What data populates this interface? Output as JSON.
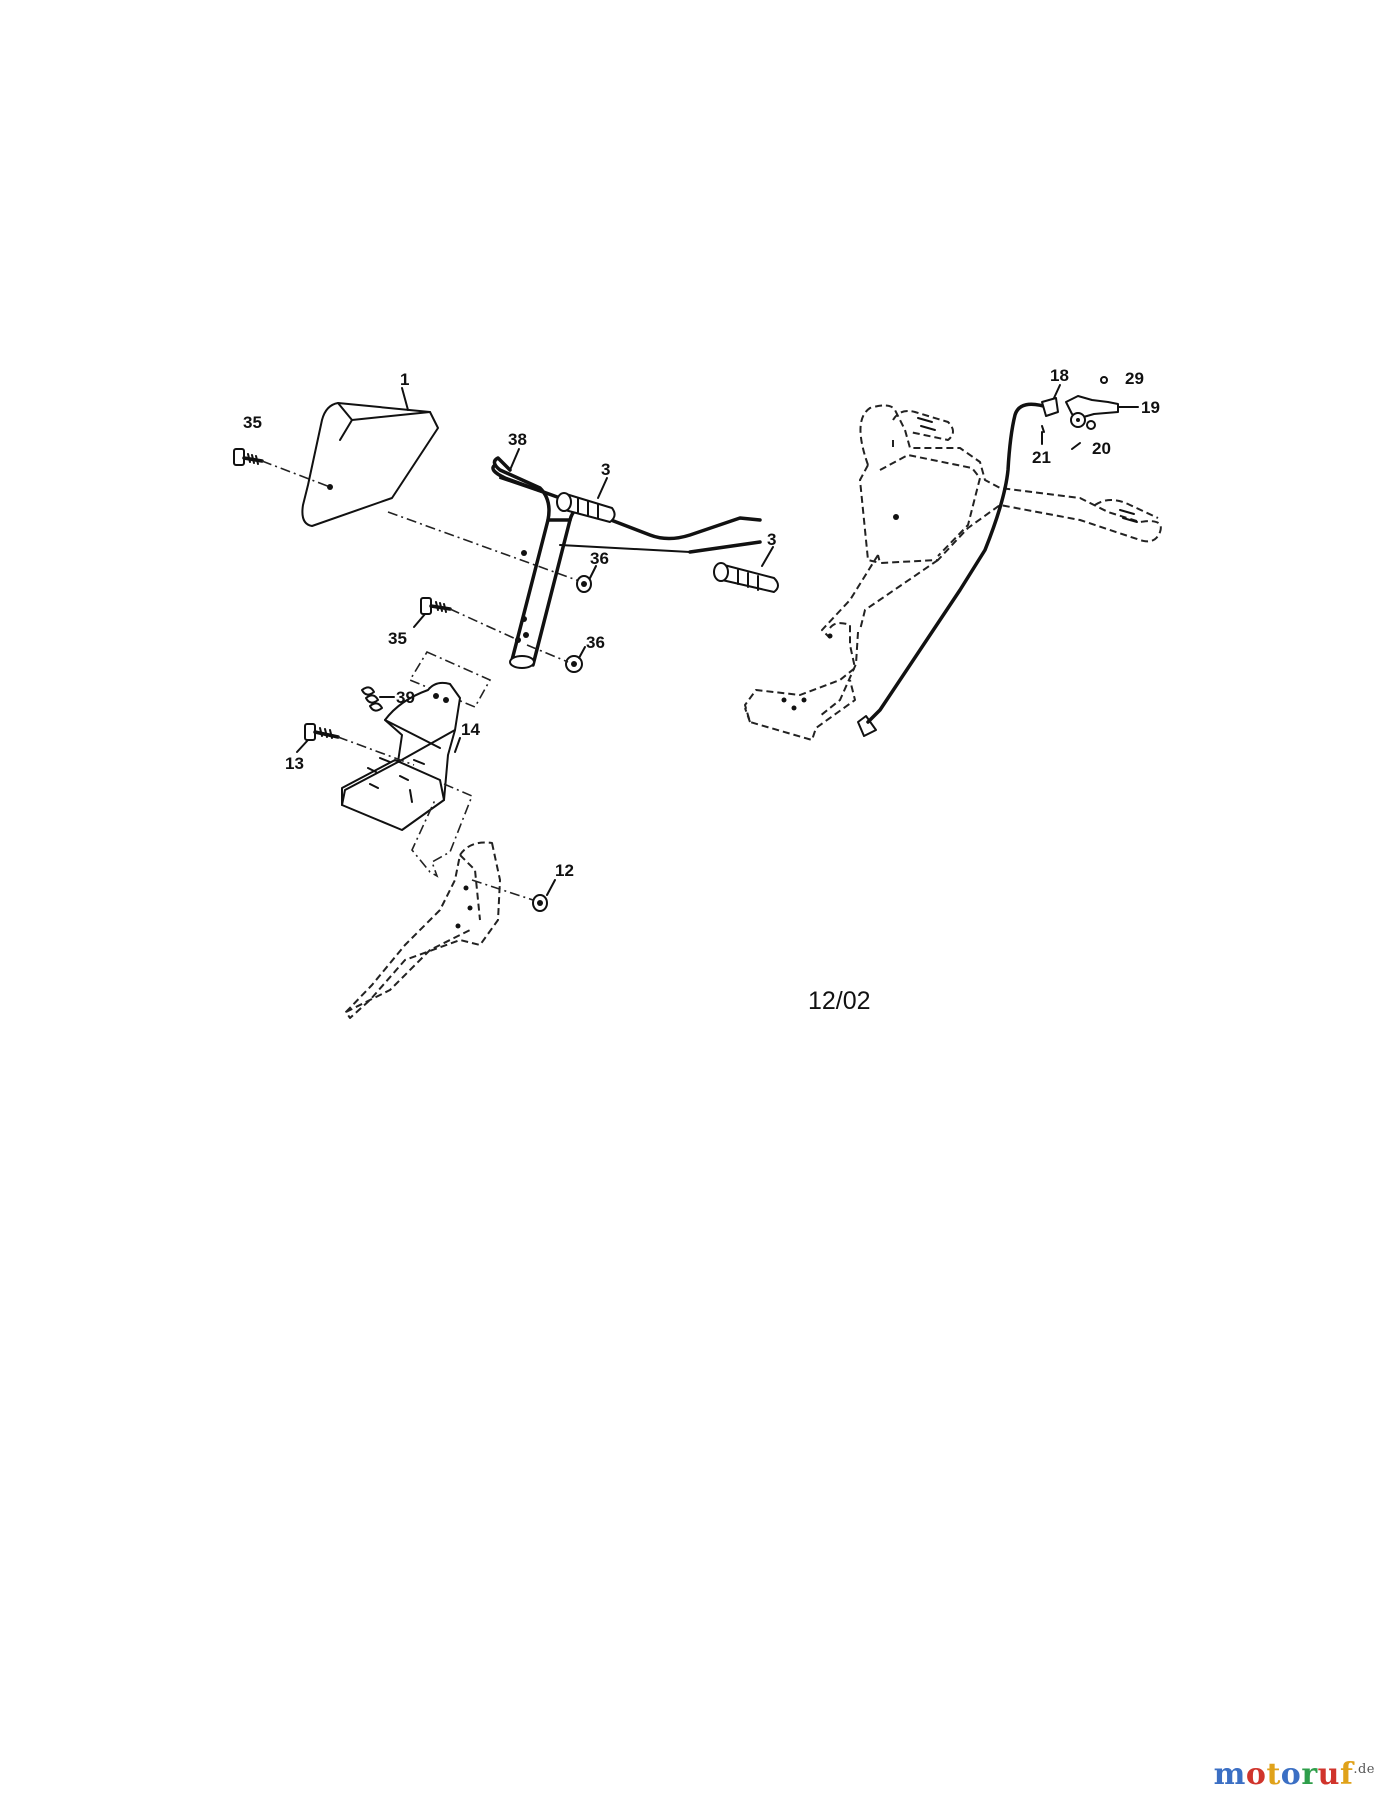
{
  "diagram": {
    "callouts": {
      "c1": "1",
      "c35a": "35",
      "c38": "38",
      "c3a": "3",
      "c3b": "3",
      "c36a": "36",
      "c35b": "35",
      "c36b": "36",
      "c39": "39",
      "c14": "14",
      "c13": "13",
      "c12": "12",
      "c18": "18",
      "c29": "29",
      "c19": "19",
      "c21": "21",
      "c20": "20"
    },
    "date_code": "12/02"
  },
  "watermark": {
    "text": "motoruf",
    "suffix": ".de",
    "colors": [
      "#3b6fc4",
      "#d0342c",
      "#e0a21a",
      "#3b6fc4",
      "#2e9e4a",
      "#d0342c",
      "#e0a21a"
    ]
  }
}
